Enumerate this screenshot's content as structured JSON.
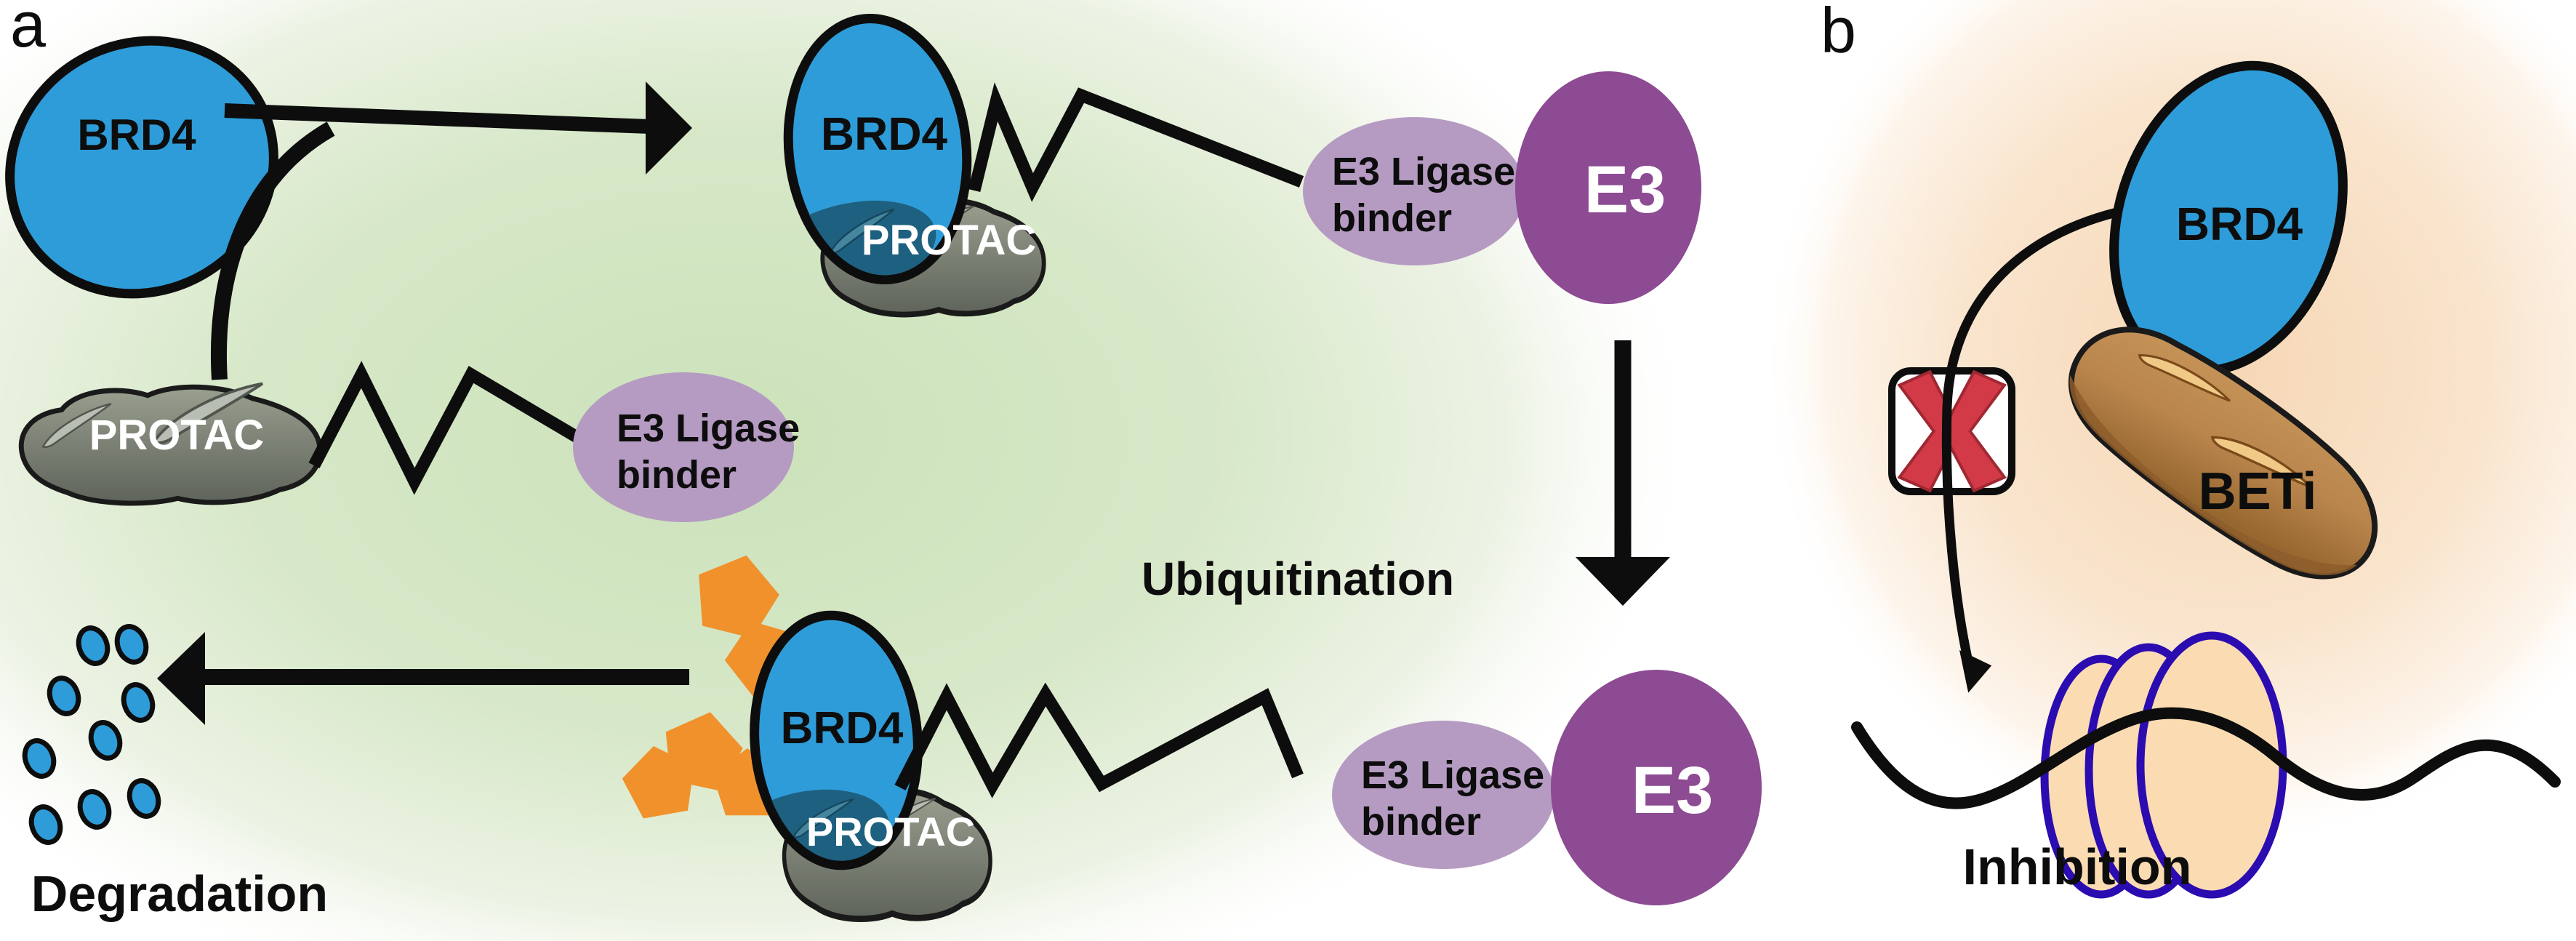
{
  "figure": {
    "panel_a": {
      "label": "a",
      "brd4": "BRD4",
      "protac": "PROTAC",
      "e3_binder_line1": "E3 Ligase",
      "e3_binder_line2": "binder",
      "e3": "E3",
      "ubiquitination": "Ubiquitination",
      "degradation": "Degradation"
    },
    "panel_b": {
      "label": "b",
      "brd4": "BRD4",
      "beti": "BETi",
      "inhibition": "Inhibition"
    },
    "colors": {
      "brd4_blue": "#2E9CD8",
      "brd4_pocket_teal": "#1E607F",
      "protac_gray": "#7E8377",
      "protac_highlight": "#B9BEB4",
      "e3_binder_light_purple": "#B59BC2",
      "e3_dark_purple": "#8C4B92",
      "ubiquitin_orange": "#F0912B",
      "background_green": "#CBE2BA",
      "background_peach": "#F6D7B5",
      "beti_bread_brown": "#B9854D",
      "bread_slash": "#EFC985",
      "blocked_x_red": "#D23A48",
      "nucleosome_fill": "#FBDCB2",
      "nucleosome_stroke": "#2B0CB0",
      "line_black": "#0D0D0D"
    }
  }
}
